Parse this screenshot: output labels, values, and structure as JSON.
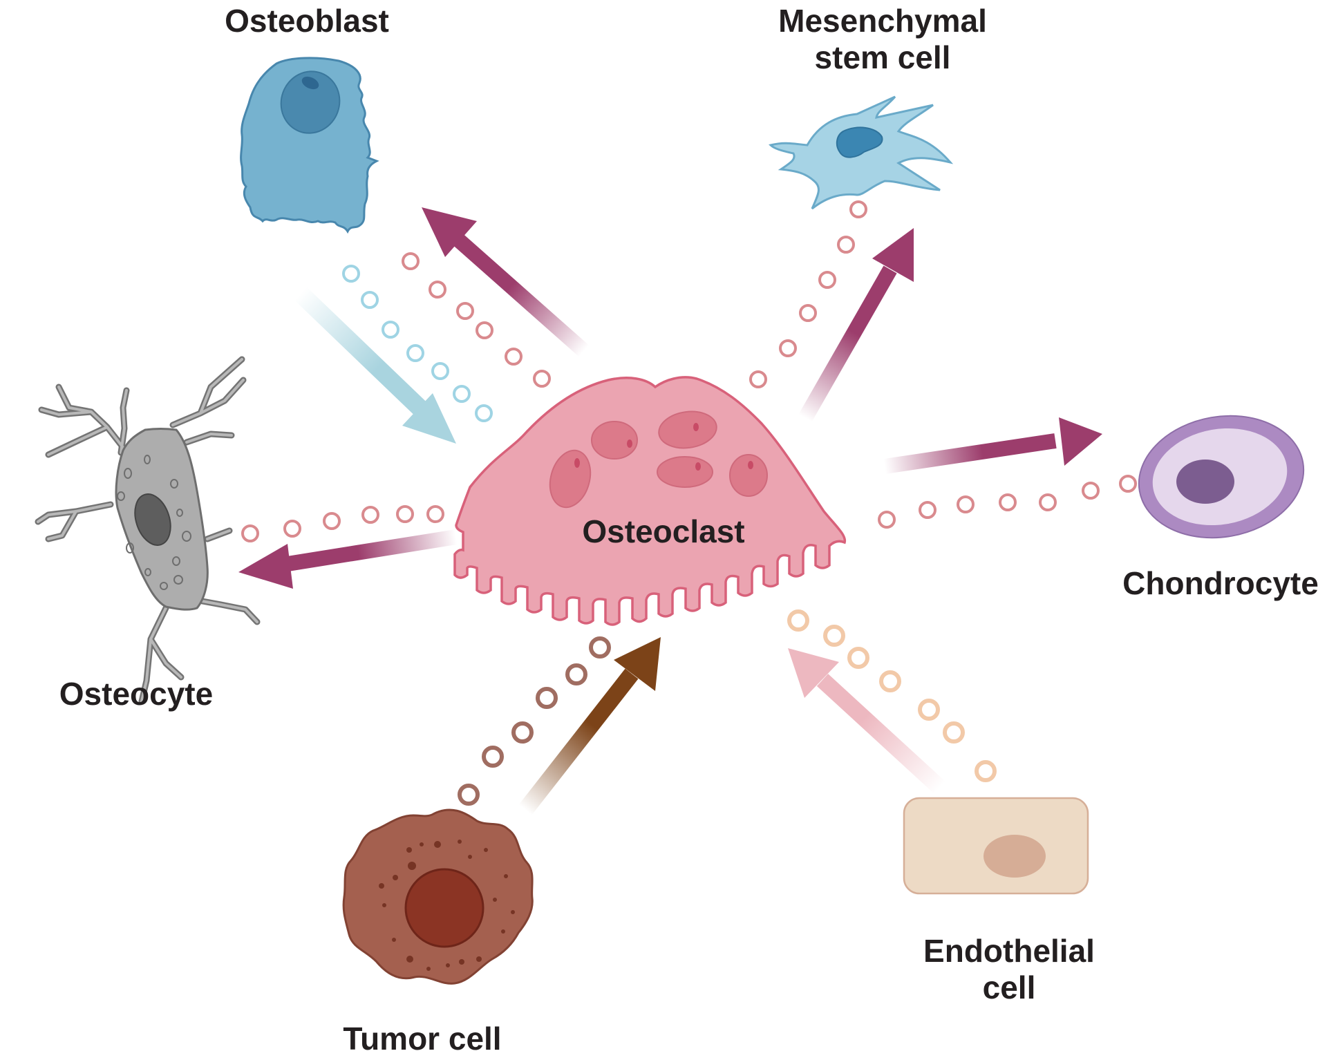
{
  "diagram": {
    "center": {
      "label": "Osteoclast"
    },
    "cells": {
      "osteoblast": {
        "label": "Osteoblast"
      },
      "msc": {
        "label_line1": "Mesenchymal",
        "label_line2": "stem cell"
      },
      "chondrocyte": {
        "label": "Chondrocyte"
      },
      "osteocyte": {
        "label": "Osteocyte"
      },
      "tumor": {
        "label": "Tumor cell"
      },
      "endothelial": {
        "label_line1": "Endothelial",
        "label_line2": "cell"
      }
    },
    "colors": {
      "osteoclast_fill": "#eba4b1",
      "osteoclast_nucleus": "#d97787",
      "outgoing_arrow": "#9c3d6c",
      "osteoblast_arrow": "#a9d4df",
      "tumor_arrow": "#7c4318",
      "endothelial_arrow": "#edb8c0",
      "osteoclast_vesicle": "#d98a8e",
      "osteoblast_vesicle": "#9fd4e4",
      "tumor_vesicle": "#a06d61",
      "endothelial_vesicle": "#f2c9a8"
    }
  }
}
